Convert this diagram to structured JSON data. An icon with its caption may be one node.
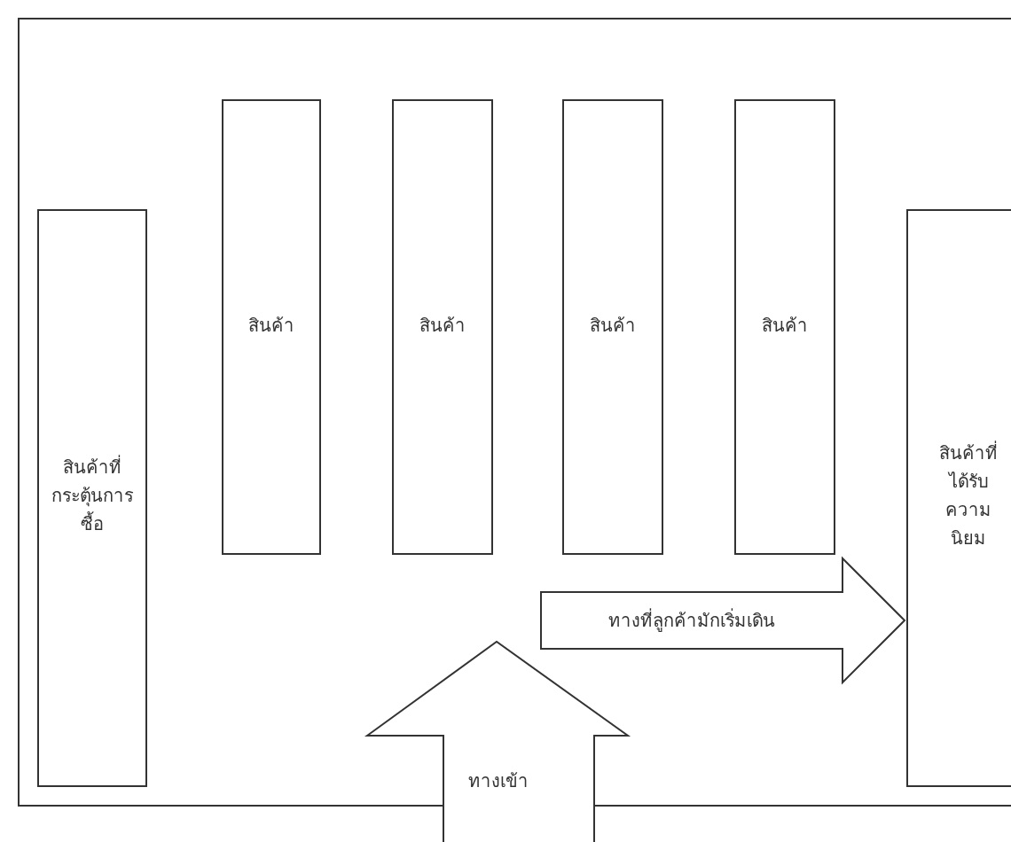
{
  "diagram": {
    "nodes": [
      {
        "text": [],
        "shape": "box"
      },
      {
        "text": [
          "สินค้าที่กระตุ้นการซื้อ"
        ],
        "in": 0
      },
      {
        "text": [
          "สินค้า"
        ],
        "in": 0
      },
      {
        "text": [
          "สินค้า"
        ],
        "in": 0
      },
      {
        "text": [
          "สินค้า"
        ],
        "in": 0
      },
      {
        "text": [
          "สินค้า"
        ],
        "in": 0
      },
      {
        "text": [
          "สินค้าที่ได้รับความนิยม"
        ],
        "in": 0
      },
      {
        "text": [
          "ทางเข้า"
        ]
      }
    ],
    "edges": [
      {
        "from": null,
        "to": 6,
        "arrow": "to",
        "label": "ทางที่ลูกค้ามักเริ่มเดิน",
        "style": "thick"
      }
    ]
  }
}
